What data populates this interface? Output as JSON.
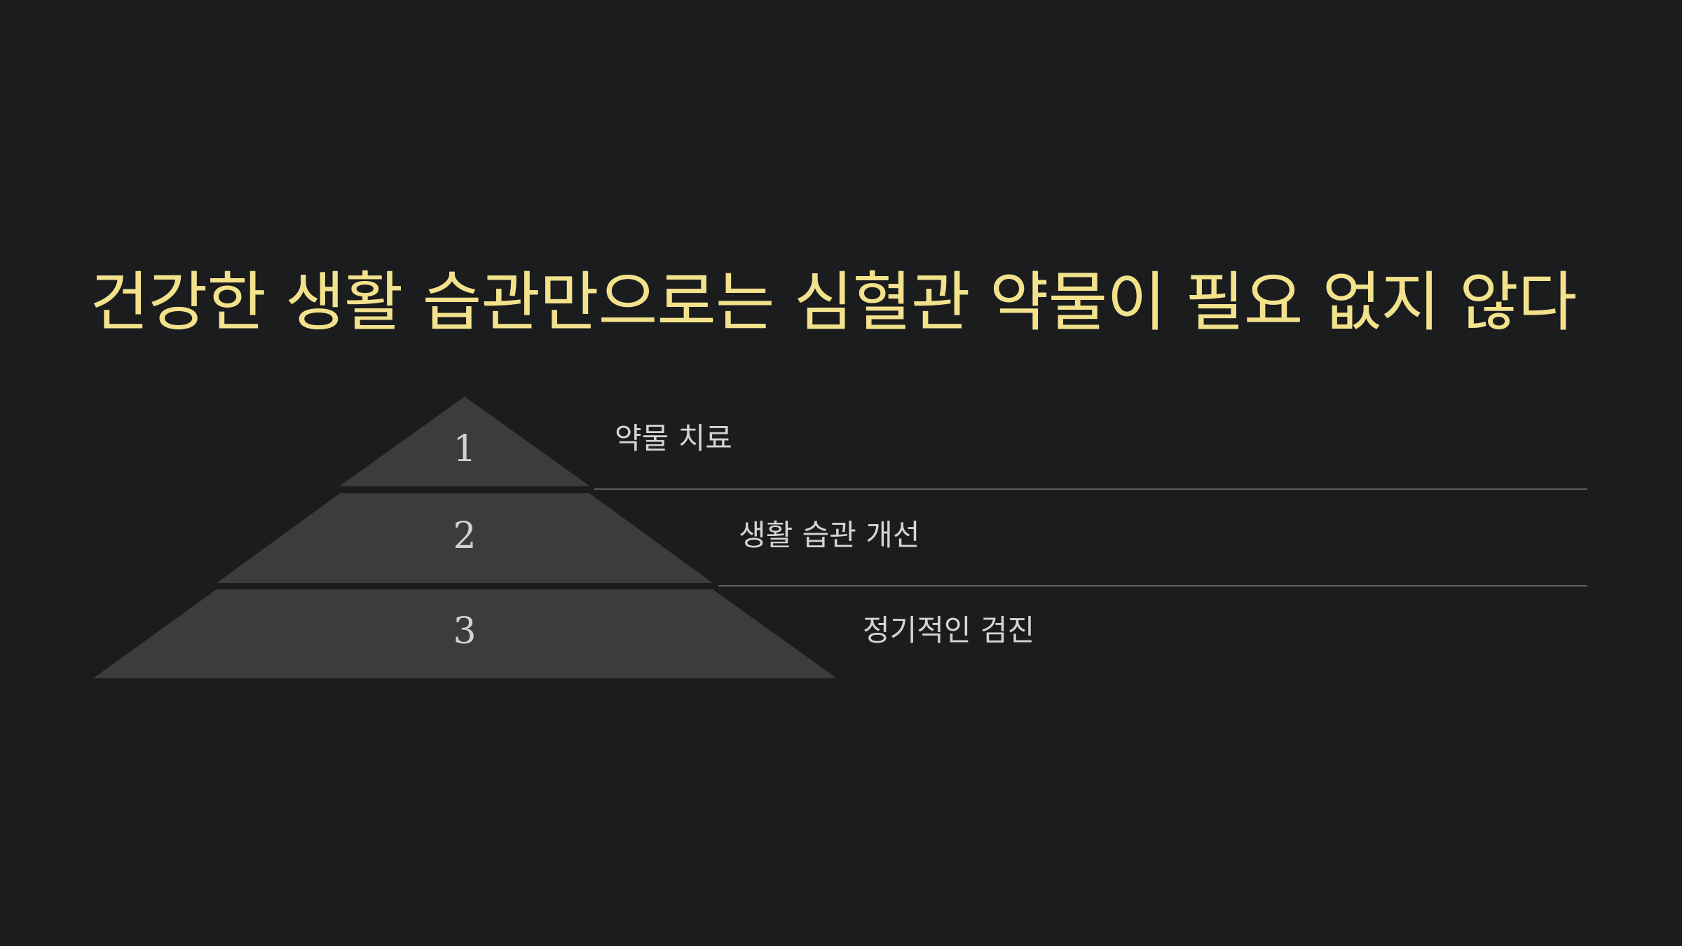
{
  "slide": {
    "title": "건강한 생활 습관만으로는 심혈관 약물이 필요 없지 않다"
  },
  "pyramid": {
    "tiers": [
      {
        "number": "1",
        "label": "약물 치료"
      },
      {
        "number": "2",
        "label": "생활 습관 개선"
      },
      {
        "number": "3",
        "label": "정기적인 검진"
      }
    ]
  },
  "colors": {
    "background": "#1b1c1e",
    "title": "#f3e28c",
    "tier_fill": "#3b3c3e",
    "label_text": "#d4d4d4",
    "divider": "#5c5d60"
  }
}
